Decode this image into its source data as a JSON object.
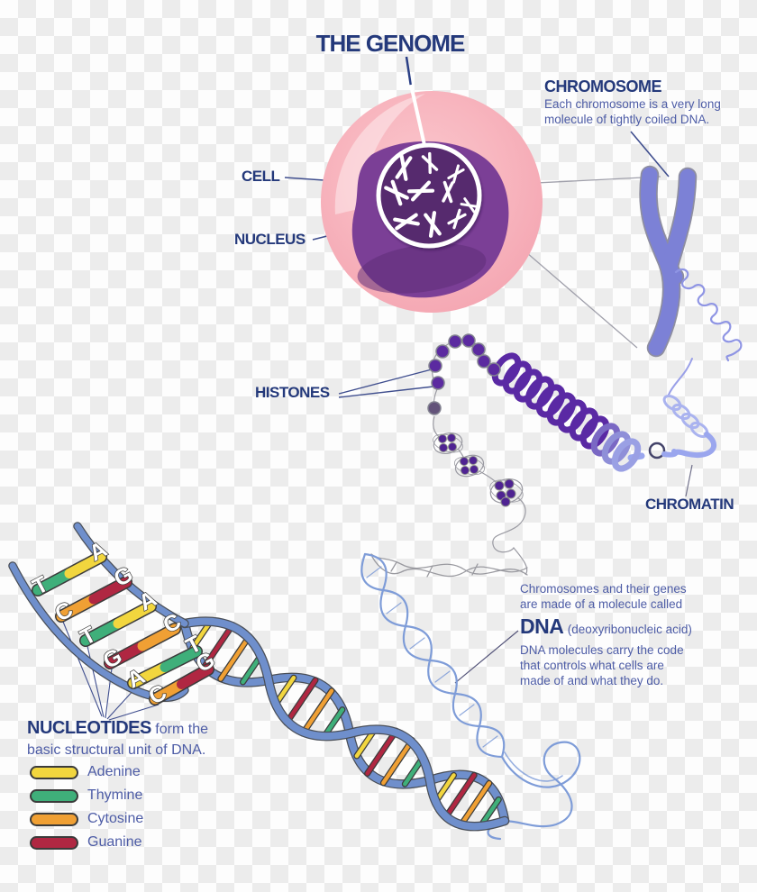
{
  "title": "THE GENOME",
  "labels": {
    "cell": "CELL",
    "nucleus": "NUCLEUS",
    "histones": "HISTONES",
    "chromatin": "CHROMATIN"
  },
  "chromosome": {
    "heading": "CHROMOSOME",
    "description": [
      "Each chromosome is a very long",
      "molecule of tightly coiled DNA."
    ]
  },
  "dna": {
    "intro": [
      "Chromosomes and their genes",
      "are made of a molecule called"
    ],
    "heading": "DNA",
    "heading_note": "(deoxyribonucleic acid)",
    "body": [
      "DNA molecules carry the code",
      "that controls what cells are",
      "made of and what they do."
    ]
  },
  "nucleotides": {
    "heading": "NUCLEOTIDES",
    "heading_suffix": "form the",
    "line2": "basic structural unit of DNA.",
    "legend": [
      {
        "name": "Adenine",
        "color": "#f2d63e"
      },
      {
        "name": "Thymine",
        "color": "#3faf7a"
      },
      {
        "name": "Cytosine",
        "color": "#f0a034"
      },
      {
        "name": "Guanine",
        "color": "#b02742"
      }
    ]
  },
  "ladder": {
    "left_strand": [
      "T",
      "C",
      "T",
      "G",
      "A",
      "C"
    ],
    "right_strand": [
      "A",
      "G",
      "A",
      "C",
      "T",
      "G"
    ]
  },
  "colors": {
    "heading": "#24397b",
    "body_text": "#4d5ca6",
    "cell_pink": "#f8b6bf",
    "nucleus_purple": "#7b3f96",
    "chromosome_blue": "#7c81d6",
    "helix_ribbon_blue": "#6f8fcc",
    "sketch_blue": "#7e9cd8"
  }
}
